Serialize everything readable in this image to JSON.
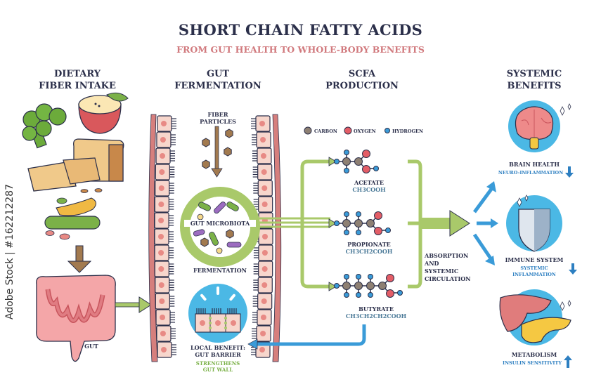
{
  "header": {
    "title": "SHORT CHAIN FATTY ACIDS",
    "subtitle": "FROM GUT HEALTH TO WHOLE-BODY BENEFITS"
  },
  "columns": {
    "dietary": {
      "line1": "DIETARY",
      "line2": "FIBER INTAKE",
      "gut_label": "GUT"
    },
    "fermentation": {
      "line1": "GUT",
      "line2": "FERMENTATION",
      "fiber_line1": "FIBER",
      "fiber_line2": "PARTICLES",
      "microbiota": "GUT MICROBIOTA",
      "process": "FERMENTATION",
      "local_line1": "LOCAL BENEFIT:",
      "local_line2": "GUT BARRIER",
      "local_sub1": "STRENGTHENS",
      "local_sub2": "GUT WALL"
    },
    "production": {
      "line1": "SCFA",
      "line2": "PRODUCTION",
      "legend": [
        {
          "label": "CARBON",
          "color": "#8e8073"
        },
        {
          "label": "OXYGEN",
          "color": "#e35d66"
        },
        {
          "label": "HYDROGEN",
          "color": "#3a9bd8"
        }
      ],
      "molecules": [
        {
          "name": "ACETATE",
          "formula": "CH3COOH"
        },
        {
          "name": "PROPIONATE",
          "formula": "CH3CH2COOH"
        },
        {
          "name": "BUTYRATE",
          "formula": "CH3CH2CH2COOH"
        }
      ],
      "absorption": [
        "ABSORPTION",
        "AND",
        "SYSTEMIC",
        "CIRCULATION"
      ]
    },
    "systemic": {
      "line1": "SYSTEMIC",
      "line2": "BENEFITS",
      "benefits": [
        {
          "title": "BRAIN HEALTH",
          "effect": "NEURO-INFLAMMATION",
          "direction": "down"
        },
        {
          "title": "IMMUNE SYSTEM",
          "effect_line1": "SYSTEMIC",
          "effect_line2": "INFLAMMATION",
          "direction": "down"
        },
        {
          "title": "METABOLISM",
          "effect": "INSULIN SENSITIVITY",
          "direction": "up"
        }
      ]
    }
  },
  "colors": {
    "navy": "#2b2f4a",
    "pink": "#d17a7e",
    "green": "#a9c96a",
    "blue": "#3a9bd8",
    "brown": "#a27a4f"
  },
  "watermark": "Adobe Stock | #162212287"
}
